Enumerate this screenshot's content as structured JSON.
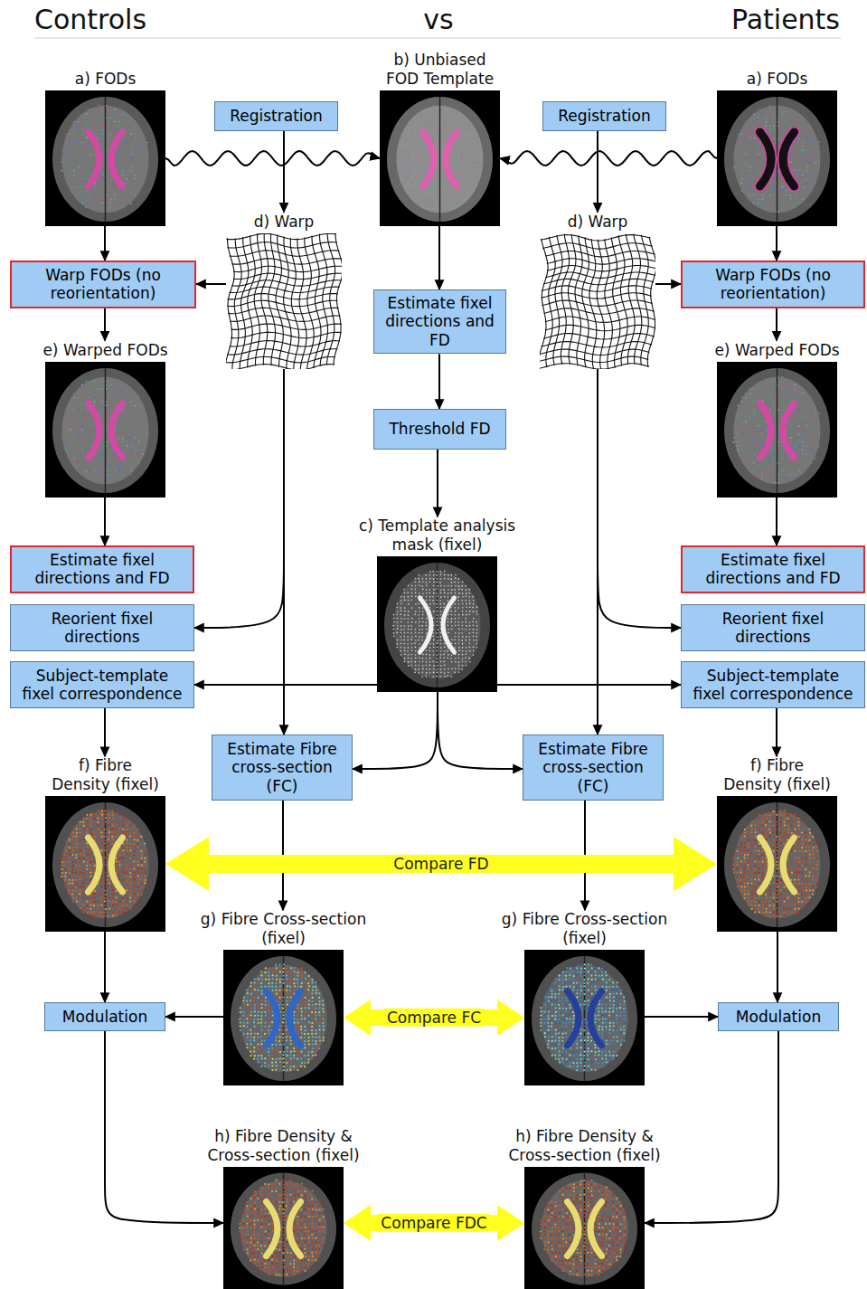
{
  "diagram": {
    "nodes": [
      {
        "text": [
          "a) FODs"
        ]
      },
      {
        "text": [
          "Registration"
        ]
      },
      {
        "text": [
          "b) Unbiased FOD Template"
        ]
      },
      {
        "text": [
          "Registration"
        ]
      },
      {
        "text": [
          "a) FODs"
        ]
      },
      {
        "text": [
          "d) Warp"
        ]
      },
      {
        "text": [
          "d) Warp"
        ]
      },
      {
        "text": [
          "Warp FODs (no reorientation)"
        ]
      },
      {
        "text": [
          "Estimate fixel directions and FD"
        ]
      },
      {
        "text": [
          "Warp FODs (no reorientation)"
        ]
      },
      {
        "text": [
          "e) Warped FODs"
        ]
      },
      {
        "text": [
          "e) Warped FODs"
        ]
      },
      {
        "text": [
          "Threshold FD"
        ]
      },
      {
        "text": [
          "c) Template analysis mask (fixel)"
        ]
      },
      {
        "text": [
          "Estimate fixel directions and FD"
        ]
      },
      {
        "text": [
          "Estimate fixel directions and FD"
        ]
      },
      {
        "text": [
          "Reorient fixel directions"
        ]
      },
      {
        "text": [
          "Reorient fixel directions"
        ]
      },
      {
        "text": [
          "Subject-template fixel correspondence"
        ]
      },
      {
        "text": [
          "Subject-template fixel correspondence"
        ]
      },
      {
        "text": [
          "Estimate Fibre cross-section (FC)"
        ]
      },
      {
        "text": [
          "Estimate Fibre cross-section (FC)"
        ]
      },
      {
        "text": [
          "f) Fibre Density (fixel)"
        ]
      },
      {
        "text": [
          "f) Fibre Density (fixel)"
        ]
      },
      {
        "text": [
          "g) Fibre Cross-section (fixel)"
        ]
      },
      {
        "text": [
          "g) Fibre Cross-section (fixel)"
        ]
      },
      {
        "text": [
          "Modulation"
        ]
      },
      {
        "text": [
          "Modulation"
        ]
      },
      {
        "text": [
          "h) Fibre Density & Cross-section (fixel)"
        ]
      },
      {
        "text": [
          "h) Fibre Density & Cross-section (fixel)"
        ]
      }
    ],
    "edges": [
      {
        "from": 0,
        "to": 2,
        "arrow": "to"
      },
      {
        "from": 4,
        "to": 2,
        "arrow": "to"
      },
      {
        "from": 1,
        "to": 5,
        "arrow": "to"
      },
      {
        "from": 3,
        "to": 6,
        "arrow": "to"
      },
      {
        "from": 0,
        "to": 7,
        "arrow": "to"
      },
      {
        "from": 5,
        "to": 7,
        "arrow": "to"
      },
      {
        "from": 4,
        "to": 9,
        "arrow": "to"
      },
      {
        "from": 6,
        "to": 9,
        "arrow": "to"
      },
      {
        "from": 2,
        "to": 8,
        "arrow": "to"
      },
      {
        "from": 8,
        "to": 12,
        "arrow": "to"
      },
      {
        "from": 12,
        "to": 13,
        "arrow": "to"
      },
      {
        "from": 7,
        "to": 10,
        "arrow": "to"
      },
      {
        "from": 9,
        "to": 11,
        "arrow": "to"
      },
      {
        "from": 10,
        "to": 14,
        "arrow": "to"
      },
      {
        "from": 11,
        "to": 15,
        "arrow": "to"
      },
      {
        "from": 5,
        "to": 16,
        "arrow": "to"
      },
      {
        "from": 6,
        "to": 17,
        "arrow": "to"
      },
      {
        "from": 13,
        "to": 18,
        "arrow": "to"
      },
      {
        "from": 13,
        "to": 19,
        "arrow": "to"
      },
      {
        "from": 18,
        "to": 22,
        "arrow": "to"
      },
      {
        "from": 19,
        "to": 23,
        "arrow": "to"
      },
      {
        "from": 5,
        "to": 20,
        "arrow": "to"
      },
      {
        "from": 6,
        "to": 21,
        "arrow": "to"
      },
      {
        "from": 13,
        "to": 20,
        "arrow": "to"
      },
      {
        "from": 13,
        "to": 21,
        "arrow": "to"
      },
      {
        "from": 20,
        "to": 24,
        "arrow": "to"
      },
      {
        "from": 21,
        "to": 25,
        "arrow": "to"
      },
      {
        "from": 22,
        "to": 23,
        "label": "Compare FD",
        "arrow": "both"
      },
      {
        "from": 22,
        "to": 26,
        "arrow": "to"
      },
      {
        "from": 23,
        "to": 27,
        "arrow": "to"
      },
      {
        "from": 24,
        "to": 26,
        "arrow": "to"
      },
      {
        "from": 25,
        "to": 27,
        "arrow": "to"
      },
      {
        "from": 24,
        "to": 25,
        "label": "Compare FC",
        "arrow": "both"
      },
      {
        "from": 26,
        "to": 28,
        "arrow": "to"
      },
      {
        "from": 27,
        "to": 29,
        "arrow": "to"
      },
      {
        "from": 28,
        "to": 29,
        "label": "Compare FDC",
        "arrow": "both"
      }
    ],
    "labels": [
      "Controls",
      "vs",
      "Patients"
    ]
  }
}
